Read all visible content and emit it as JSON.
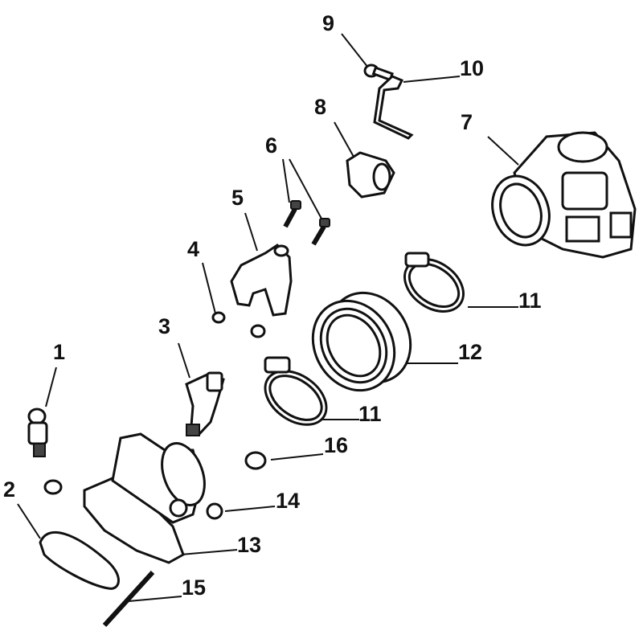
{
  "diagram": {
    "type": "exploded parts diagram",
    "callouts": [
      "1",
      "2",
      "3",
      "4",
      "5",
      "6",
      "7",
      "8",
      "9",
      "10",
      "11",
      "11",
      "12",
      "13",
      "14",
      "15",
      "16"
    ]
  }
}
